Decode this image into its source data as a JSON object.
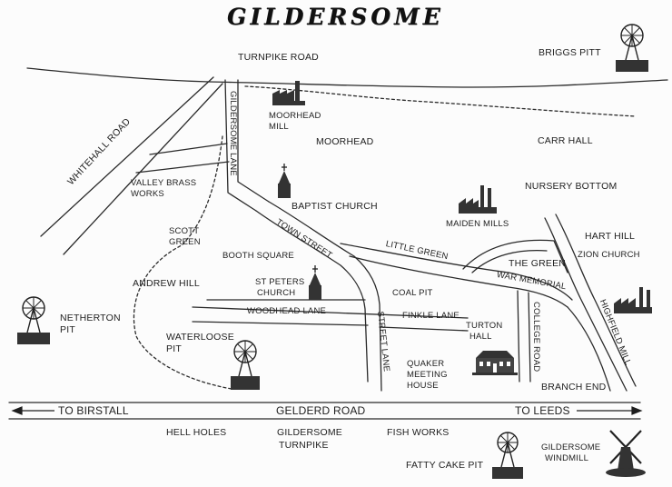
{
  "title": "GILDERSOME",
  "roads": {
    "turnpike_road": "TURNPIKE ROAD",
    "whitehall_road": "WHITEHALL ROAD",
    "gildersome_lane": "GILDERSOME LANE",
    "town_street": "TOWN STREET",
    "little_green": "LITTLE GREEN",
    "war_memorial": "WAR MEMORIAL",
    "coal_pit": "COAL PIT",
    "woodhead_lane": "WOODHEAD LANE",
    "finkle_lane": "FINKLE LANE",
    "street_lane": "STREET LANE",
    "college_road": "COLLEGE ROAD",
    "highfield_mill": "HIGHFIELD MILL",
    "gelderd_road": "GELDERD ROAD",
    "to_birstall": "TO BIRSTALL",
    "to_leeds": "TO LEEDS"
  },
  "places": {
    "briggs_pitt": "BRIGGS PITT",
    "moorhead_mill": [
      "MOORHEAD",
      "MILL"
    ],
    "moorhead": "MOORHEAD",
    "carr_hall": "CARR HALL",
    "nursery_bottom": "NURSERY BOTTOM",
    "valley_brass_works": [
      "VALLEY BRASS",
      "WORKS"
    ],
    "baptist_church": "BAPTIST CHURCH",
    "maiden_mills": "MAIDEN MILLS",
    "hart_hill": "HART HILL",
    "zion_church": "ZION CHURCH",
    "scott_green": [
      "SCOTT",
      "GREEN"
    ],
    "booth_square": "BOOTH SQUARE",
    "the_green": "THE GREEN",
    "andrew_hill": "ANDREW HILL",
    "st_peters_church": [
      "ST PETERS",
      "CHURCH"
    ],
    "netherton_pit": [
      "NETHERTON",
      "PIT"
    ],
    "waterloose_pit": [
      "WATERLOOSE",
      "PIT"
    ],
    "turton_hall": [
      "TURTON",
      "HALL"
    ],
    "quaker_meeting_house": [
      "QUAKER",
      "MEETING",
      "HOUSE"
    ],
    "branch_end": "BRANCH END",
    "hell_holes": "HELL HOLES",
    "gildersome_turnpike": [
      "GILDERSOME",
      "TURNPIKE"
    ],
    "fish_works": "FISH WORKS",
    "fatty_cake_pit": "FATTY CAKE PIT",
    "gildersome_windmill": [
      "GILDERSOME",
      "WINDMILL"
    ]
  },
  "colors": {
    "ink": "#1e1e1e",
    "paper": "#fcfcfc"
  },
  "icons": {
    "pit": "pithead-winding-wheel-icon",
    "mill": "factory-chimney-icon",
    "church": "church-spire-icon",
    "hall": "hall-building-icon",
    "windmill": "windmill-icon"
  }
}
